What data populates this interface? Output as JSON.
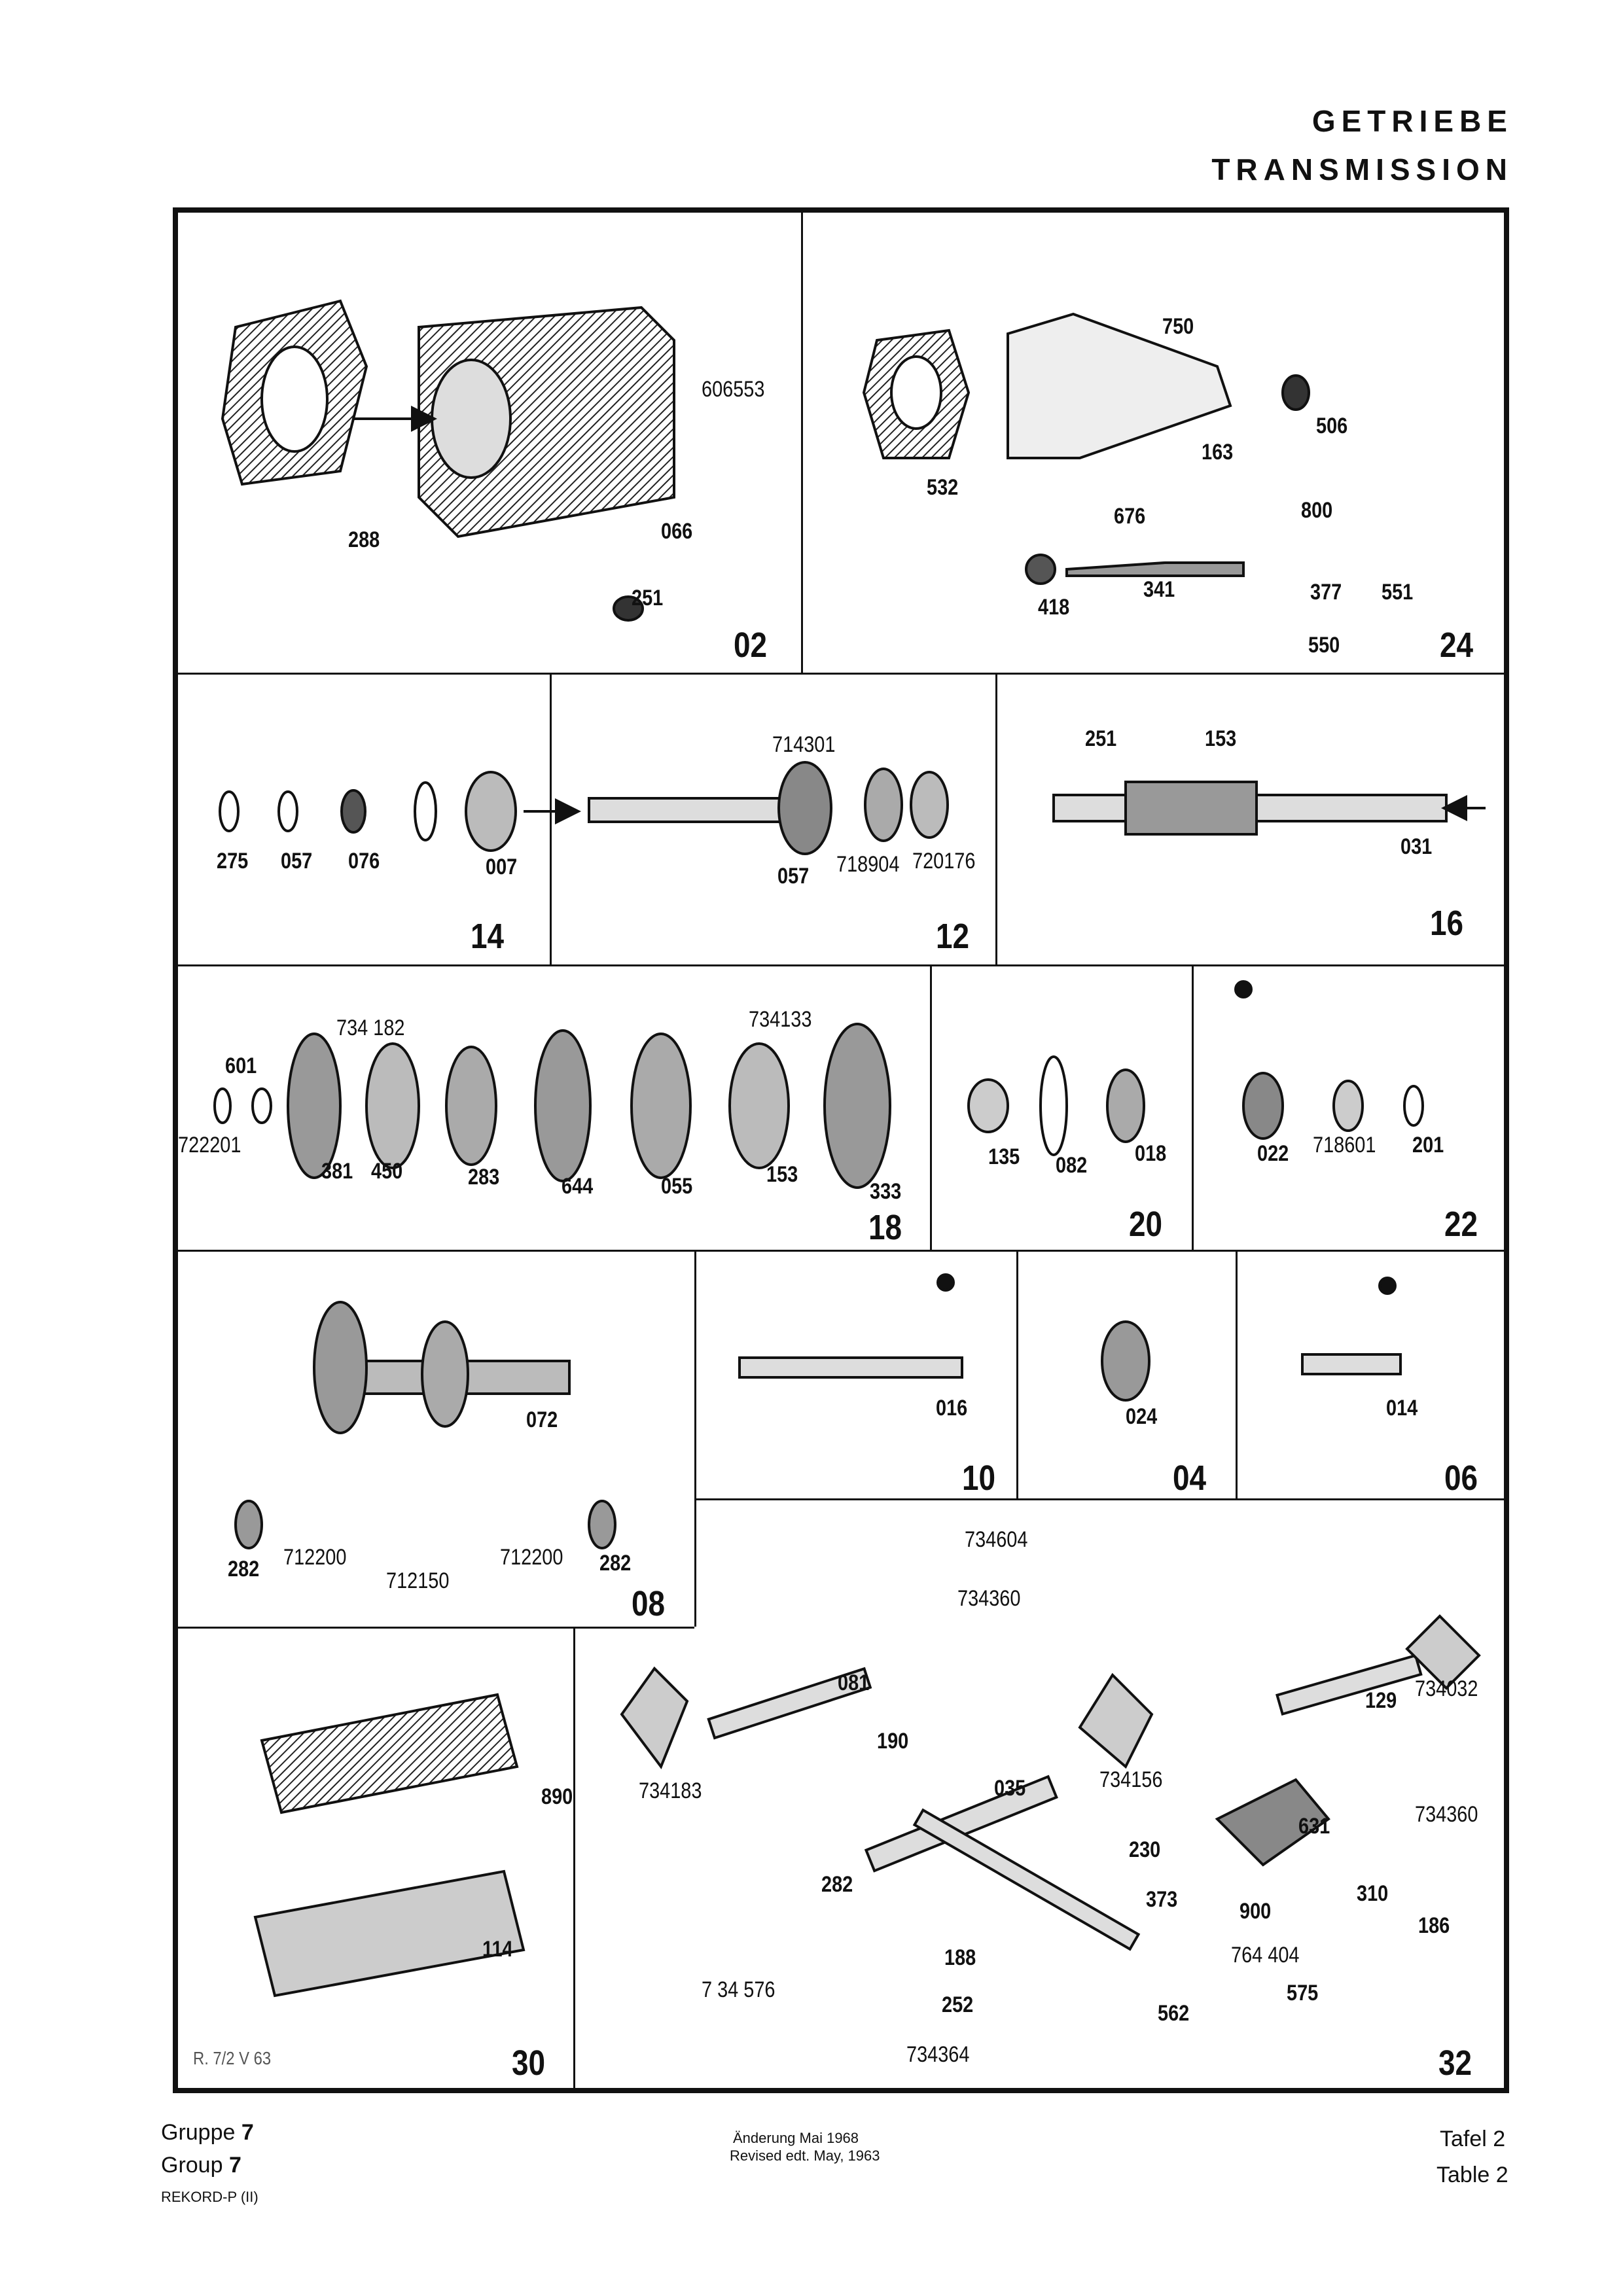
{
  "header": {
    "title_de": "GETRIEBE",
    "title_en": "TRANSMISSION"
  },
  "panels": [
    {
      "number": "02",
      "parts": [
        "606553",
        "288",
        "066",
        "251"
      ]
    },
    {
      "number": "24",
      "parts": [
        "750",
        "506",
        "163",
        "532",
        "676",
        "800",
        "341",
        "377",
        "551",
        "418",
        "550"
      ]
    },
    {
      "number": "14",
      "parts": [
        "275",
        "057",
        "076",
        "007"
      ]
    },
    {
      "number": "12",
      "parts": [
        "714301",
        "057",
        "718904",
        "720176"
      ]
    },
    {
      "number": "16",
      "parts": [
        "251",
        "153",
        "031"
      ]
    },
    {
      "number": "18",
      "parts": [
        "734 182",
        "734133",
        "601",
        "722201",
        "381",
        "450",
        "283",
        "644",
        "055",
        "153",
        "333"
      ]
    },
    {
      "number": "20",
      "parts": [
        "135",
        "082",
        "018"
      ]
    },
    {
      "number": "22",
      "parts": [
        "022",
        "718601",
        "201"
      ]
    },
    {
      "number": "08",
      "parts": [
        "072",
        "282",
        "712200",
        "712150",
        "712200",
        "282"
      ]
    },
    {
      "number": "10",
      "parts": [
        "016"
      ]
    },
    {
      "number": "04",
      "parts": [
        "024"
      ]
    },
    {
      "number": "06",
      "parts": [
        "014"
      ]
    },
    {
      "number": "30",
      "parts": [
        "890",
        "114"
      ],
      "stamp": "R. 7/2 V 63"
    },
    {
      "number": "32",
      "parts": [
        "734604",
        "734360",
        "081",
        "734183",
        "190",
        "035",
        "734156",
        "230",
        "282",
        "373",
        "188",
        "252",
        "734364",
        "7 34 576",
        "900",
        "764 404",
        "562",
        "575",
        "631",
        "310",
        "186",
        "129",
        "734032",
        "734360"
      ]
    }
  ],
  "footer": {
    "group_de_label": "Gruppe",
    "group_en_label": "Group",
    "group_number": "7",
    "model": "REKORD-P (II)",
    "revision_de": "Änderung Mai 1968",
    "revision_en": "Revised edt. May, 1963",
    "table_de": "Tafel 2",
    "table_en": "Table 2"
  }
}
